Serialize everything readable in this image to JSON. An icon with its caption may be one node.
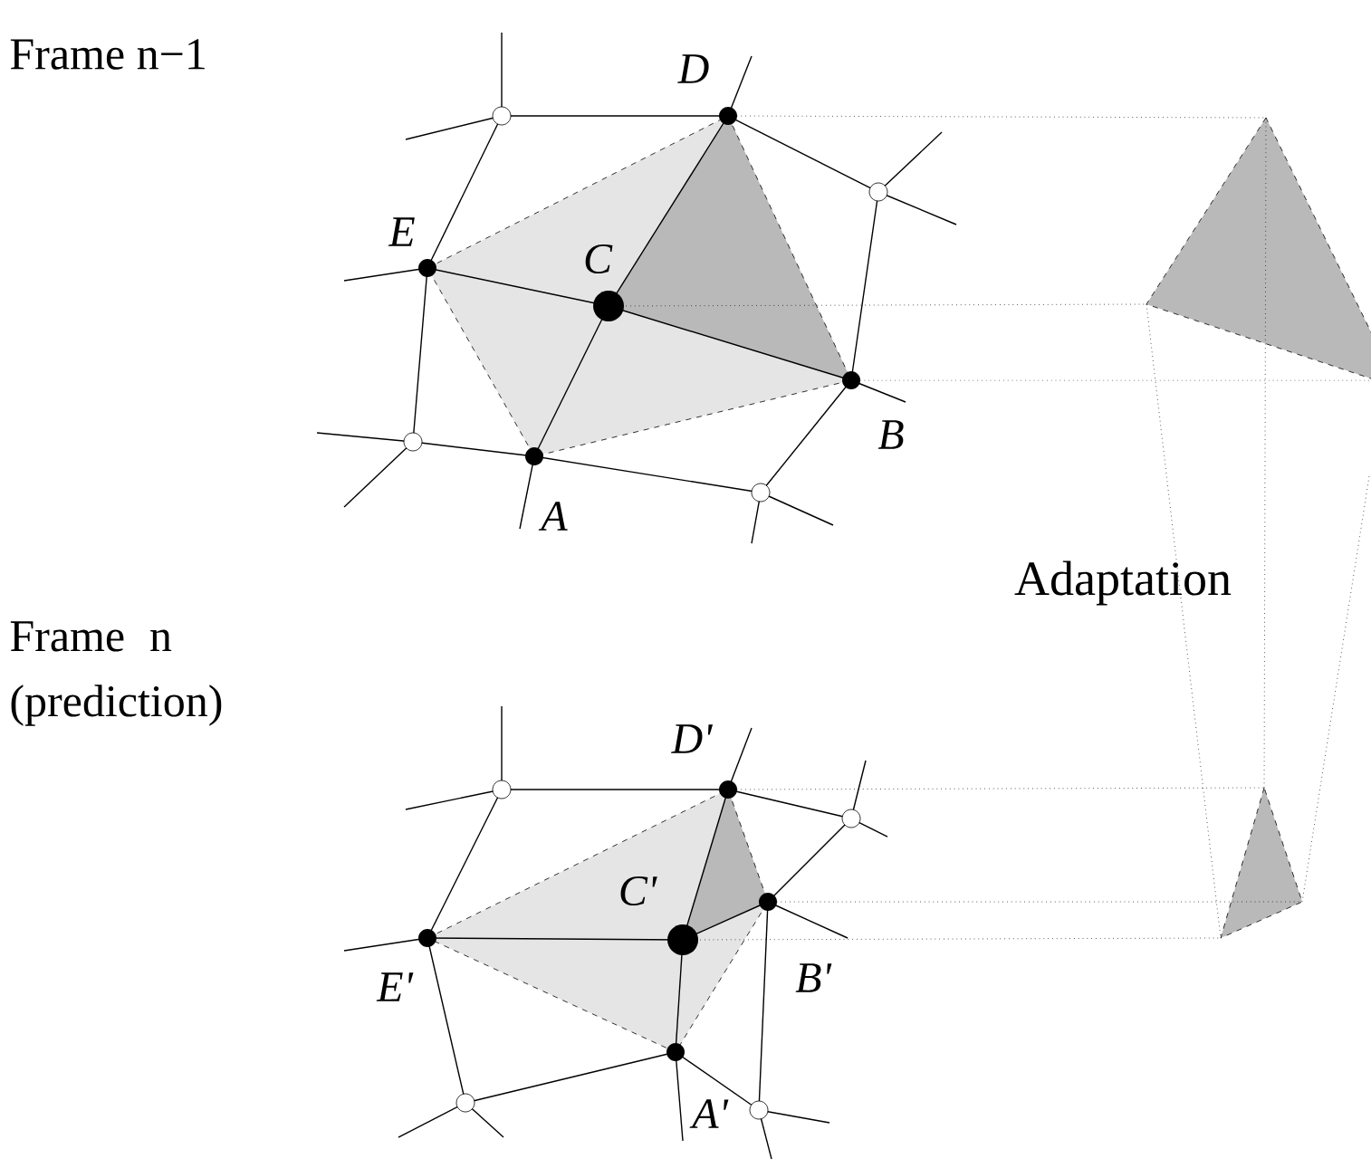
{
  "diagram": {
    "labels": [
      "Frame n−1",
      "D",
      "E",
      "C",
      "B",
      "A",
      "Adaptation",
      "Frame n (prediction)",
      "D'",
      "C'",
      "E'",
      "B'",
      "A'"
    ]
  }
}
